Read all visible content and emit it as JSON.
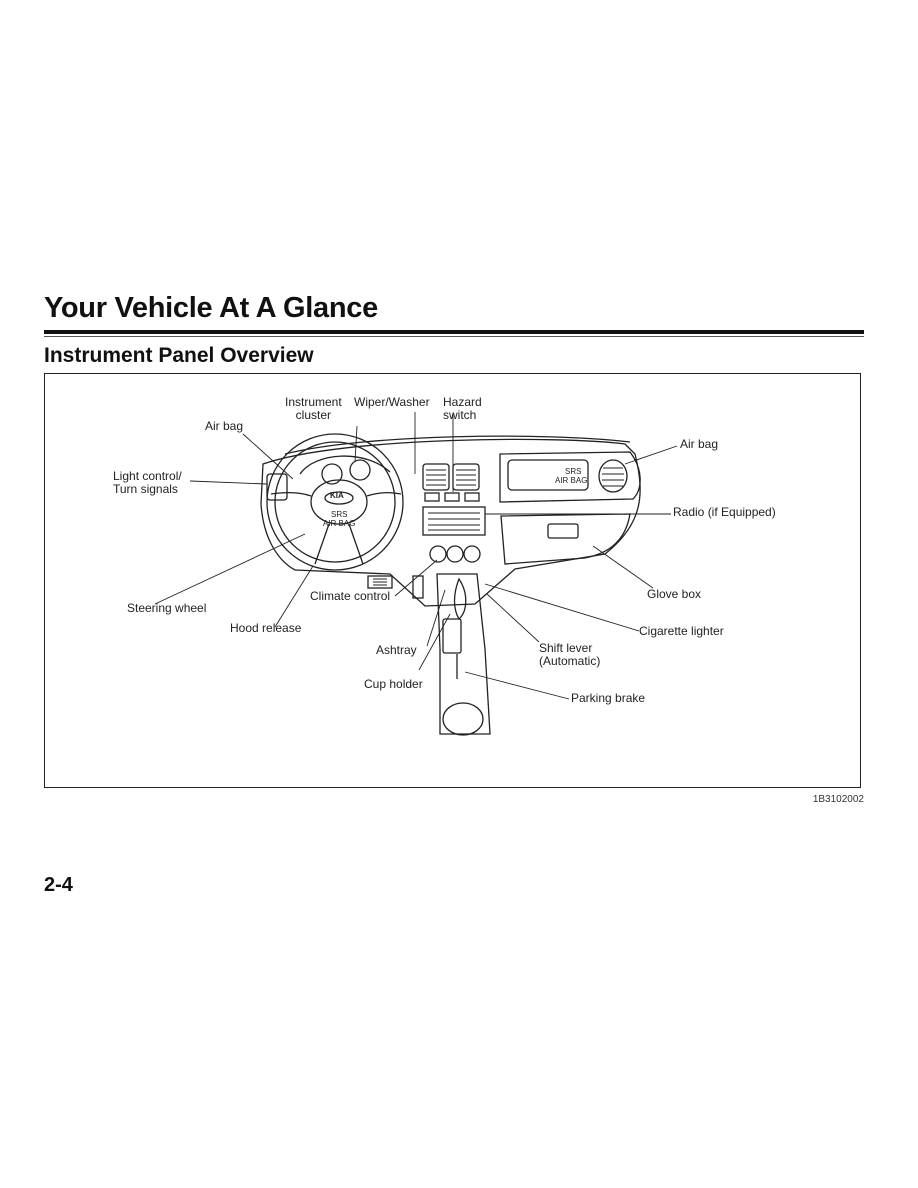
{
  "header": {
    "chapter_title": "Your Vehicle At A Glance",
    "section_title": "Instrument Panel Overview"
  },
  "figure": {
    "code": "1B3102002",
    "badge_srs": "SRS",
    "badge_airbag": "AIR BAG",
    "logo": "KIA",
    "callouts": {
      "instrument_cluster": "Instrument\ncluster",
      "wiper_washer": "Wiper/Washer",
      "hazard_switch": "Hazard\nswitch",
      "air_bag_driver": "Air bag",
      "air_bag_passenger": "Air bag",
      "light_control": "Light control/\nTurn signals",
      "radio": "Radio (if Equipped)",
      "steering_wheel": "Steering wheel",
      "hood_release": "Hood release",
      "climate_control": "Climate control",
      "glove_box": "Glove box",
      "cigarette_lighter": "Cigarette lighter",
      "ashtray": "Ashtray",
      "shift_lever": "Shift lever\n(Automatic)",
      "cup_holder": "Cup holder",
      "parking_brake": "Parking brake"
    }
  },
  "footer": {
    "page_number": "2-4"
  }
}
